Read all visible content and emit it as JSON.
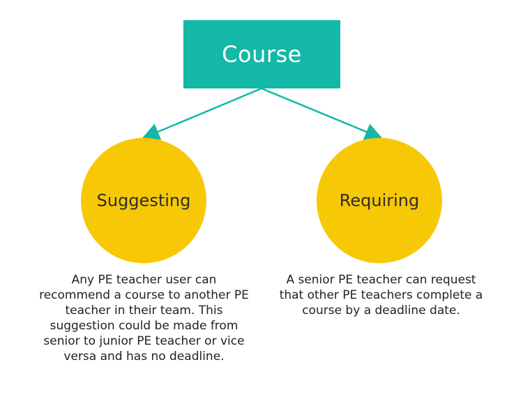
{
  "diagram": {
    "root": {
      "label": "Course"
    },
    "branches": [
      {
        "label": "Suggesting",
        "description": "Any PE teacher user can recommend a course to another PE teacher in their team. This suggestion could be made from senior to junior PE teacher or vice versa and has no deadline."
      },
      {
        "label": "Requiring",
        "description": "A senior PE teacher can request that other PE teachers complete a course by a deadline date."
      }
    ]
  },
  "colors": {
    "root_fill": "#13b8a6",
    "root_text": "#ffffff",
    "connector": "#13b8a6",
    "circle_fill": "#f7c805",
    "circle_text": "#2d2d2d",
    "description_text": "#222222",
    "background": "#ffffff"
  }
}
